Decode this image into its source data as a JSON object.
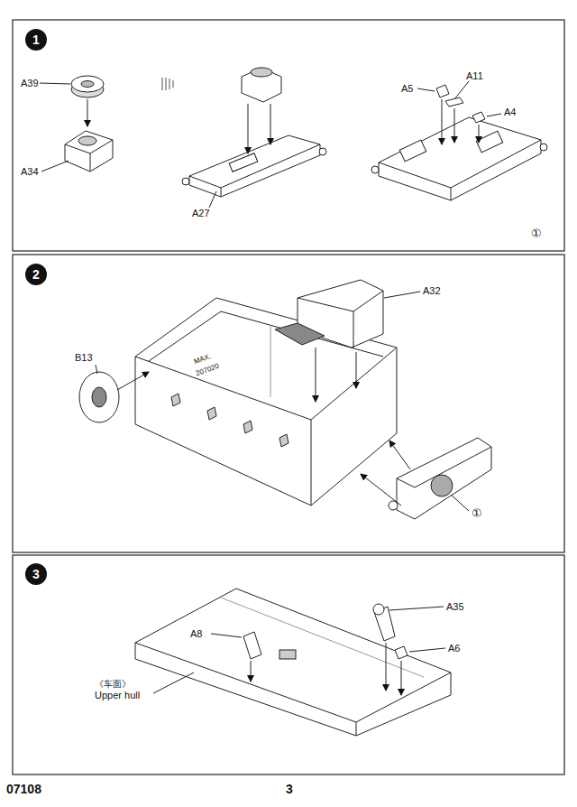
{
  "diagram": {
    "nodes": [
      {
        "text": [
          "1"
        ]
      },
      {
        "text": [
          "2"
        ]
      },
      {
        "text": [
          "3"
        ]
      }
    ],
    "labels": [
      "A39",
      "A34",
      "A27",
      "A5",
      "A11",
      "A4",
      "①",
      "MAX.",
      "207020",
      "A32",
      "B13",
      "①",
      "A35",
      "A6",
      "A8",
      "《车面》",
      "Upper hull",
      "07108",
      "3"
    ]
  }
}
